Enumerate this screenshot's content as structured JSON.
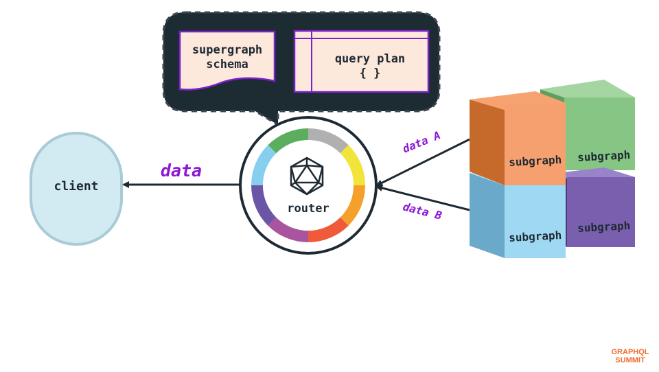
{
  "bubble": {
    "schema_line1": "supergraph",
    "schema_line2": "schema",
    "plan_line1": "query plan",
    "plan_line2": "{ }"
  },
  "router": {
    "label": "router"
  },
  "client": {
    "label": "client"
  },
  "edges": {
    "response_label": "data",
    "data_a_label": "data A",
    "data_b_label": "data B"
  },
  "subgraphs": [
    {
      "label": "subgraph",
      "color": "#f6a06f"
    },
    {
      "label": "subgraph",
      "color": "#86c583"
    },
    {
      "label": "subgraph",
      "color": "#9fd8f2"
    },
    {
      "label": "subgraph",
      "color": "#7a5fae"
    }
  ],
  "ring_colors": [
    "#b0b0b0",
    "#f2e43a",
    "#f4a02a",
    "#ef5b3a",
    "#a9549e",
    "#6a55a6",
    "#87cfef",
    "#5aae5e"
  ],
  "logo": {
    "line1": "GRAPHQL",
    "line2": "SUMMIT",
    "color": "#f26b2b"
  },
  "colors": {
    "accent_purple": "#8a17d6",
    "dark": "#1e2a33",
    "bubble_bg": "#1d2b33",
    "card_fill": "#fde8dc",
    "card_border": "#7a22c8",
    "client_fill": "#d2ebf2",
    "client_border": "#a9cbd6"
  }
}
